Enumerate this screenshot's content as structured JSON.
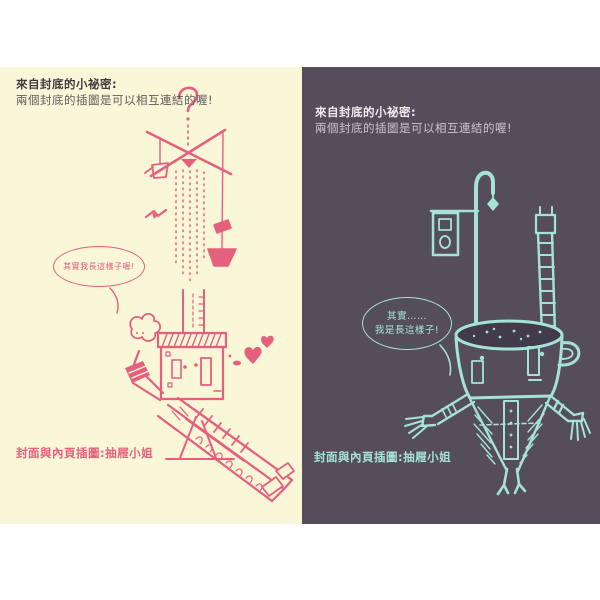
{
  "spread": {
    "left_panel": {
      "background": "#FAF6D8",
      "ink": "#E4607D",
      "heading": {
        "title": "來自封底的小祕密:",
        "subtitle": "兩個封底的插圖是可以相互連結的喔!",
        "title_color": "#3E3A3B",
        "subtitle_color": "#5F5A5C"
      },
      "speech_bubble": {
        "line1": "其實我長這樣子喔!"
      },
      "caption": "封面與內頁插圖:抽屜小姐"
    },
    "right_panel": {
      "background": "#564D5C",
      "ink": "#A6E3D7",
      "liquid_color": "#423B4D",
      "heading": {
        "title": "來自封底的小祕密:",
        "subtitle": "兩個封底的插圖是可以相互連結的喔!",
        "title_color": "#F0EDEF",
        "subtitle_color": "#CBC5CF"
      },
      "speech_bubble": {
        "line1": "其實……",
        "line2": "我是長這樣子!"
      },
      "caption": "封面與內頁插圖:抽屜小姐"
    }
  }
}
